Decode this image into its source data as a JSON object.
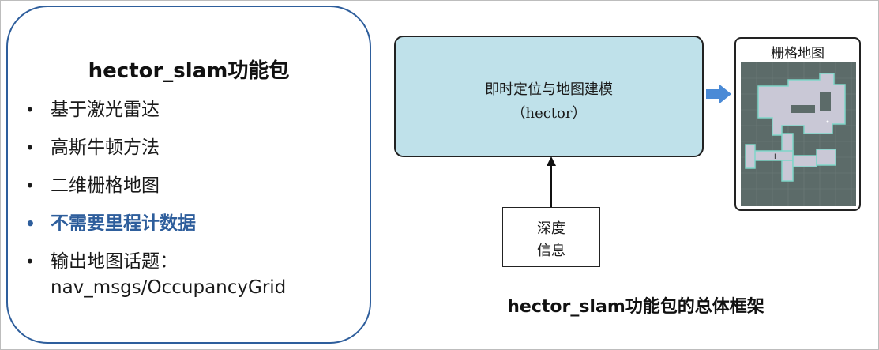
{
  "left_panel": {
    "title": "hector_slam功能包",
    "bullets": [
      {
        "text": "基于激光雷达"
      },
      {
        "text": "高斯牛顿方法"
      },
      {
        "text": "二维栅格地图"
      },
      {
        "text": "不需要里程计数据"
      },
      {
        "text": "输出地图话题："
      }
    ],
    "continuation": "nav_msgs/OccupancyGrid",
    "bullet_glyph": "•",
    "highlight_color": "#2e5e9c"
  },
  "diagram": {
    "main_box": {
      "line1": "即时定位与地图建模",
      "line2": "（hector）"
    },
    "map_box": {
      "title": "栅格地图"
    },
    "depth_box": {
      "line1": "深度",
      "line2": "信息"
    },
    "caption": "hector_slam功能包的总体框架"
  },
  "colors": {
    "panel_border": "#2e5e9c",
    "main_box_fill": "#bfe1ea",
    "arrow_fill": "#4a8ad6"
  }
}
